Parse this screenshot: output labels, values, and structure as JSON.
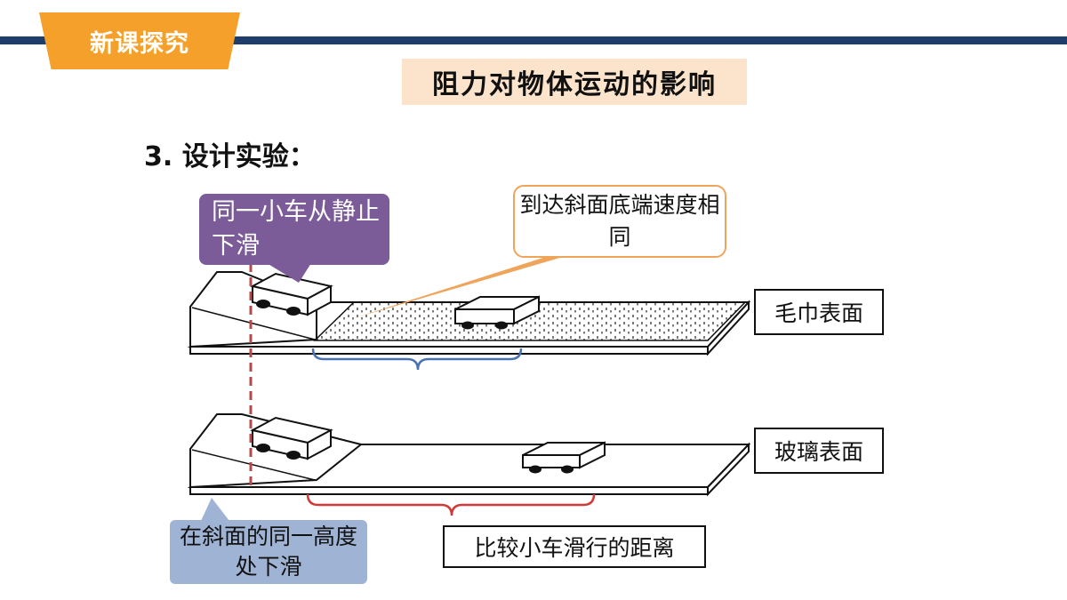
{
  "header": {
    "tag": "新课探究"
  },
  "title": "阻力对物体运动的影响",
  "section": "3. 设计实验：",
  "callouts": {
    "purple": "同一小车从静止下滑",
    "orange": "到达斜面底端速度相同",
    "blue": "在斜面的同一高度处下滑"
  },
  "labels": {
    "towel": "毛巾表面",
    "glass": "玻璃表面",
    "compare": "比较小车滑行的距离"
  },
  "colors": {
    "header_line": "#1f3d6b",
    "header_tag": "#f5a02a",
    "title_bg": "#fbe3cc",
    "purple": "#7b5c99",
    "orange_border": "#f0a45a",
    "blue": "#9fb3d4",
    "dashed_line": "#b24a4a",
    "blue_brace": "#4a72b0",
    "red_brace": "#d23a3a"
  }
}
